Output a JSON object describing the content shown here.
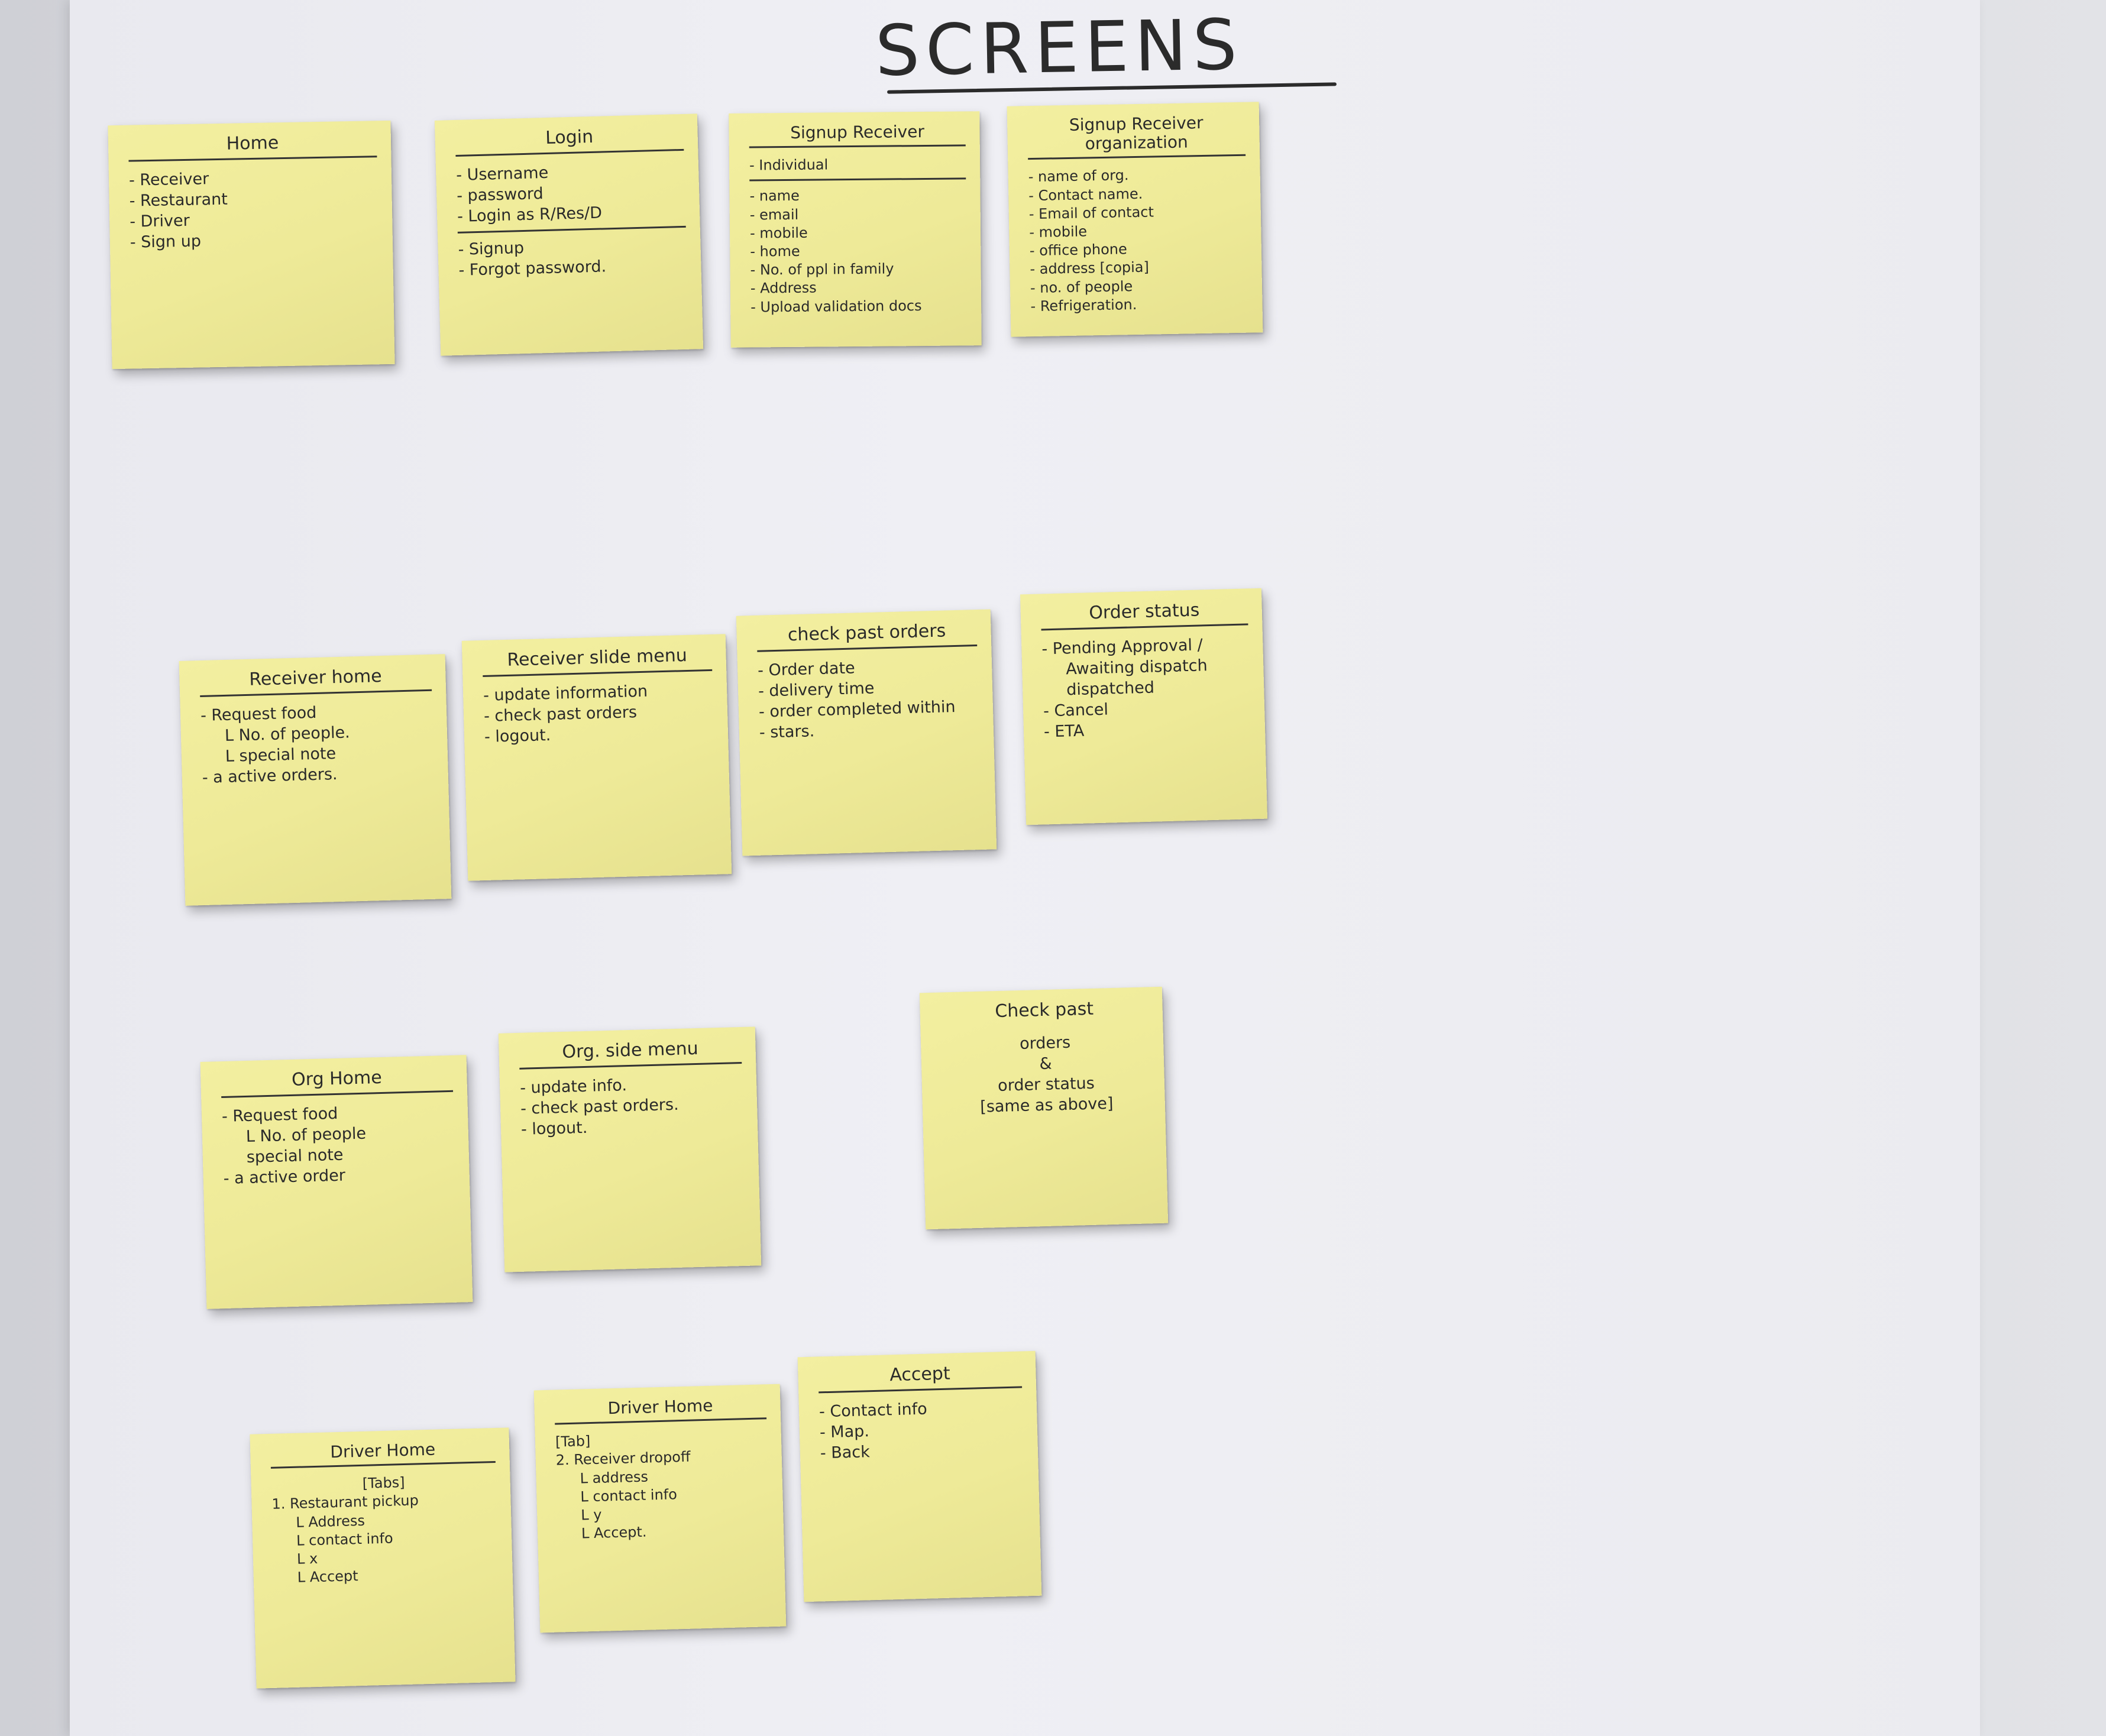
{
  "board": {
    "title": "SCREENS"
  },
  "notes": {
    "home": {
      "title": "Home",
      "items": [
        "- Receiver",
        "- Restaurant",
        "- Driver",
        "- Sign up"
      ]
    },
    "login": {
      "title": "Login",
      "items": [
        "- Username",
        "- password",
        "- Login as R/Res/D",
        "- Signup",
        "- Forgot password."
      ]
    },
    "signup_receiver": {
      "title": "Signup Receiver",
      "items": [
        "- Individual",
        "- name",
        "- email",
        "- mobile",
        "- home",
        "- No. of ppl in family",
        "- Address",
        "- Upload validation docs"
      ]
    },
    "signup_receiver_org": {
      "title": "Signup Receiver organization",
      "items": [
        "- name of org.",
        "- Contact name.",
        "- Email of contact",
        "- mobile",
        "- office phone",
        "- address [copia]",
        "- no. of people",
        "- Refrigeration."
      ]
    },
    "receiver_home": {
      "title": "Receiver home",
      "items": [
        "- Request food",
        "L No. of people.",
        "L special note",
        "- a active orders."
      ]
    },
    "receiver_slide_menu": {
      "title": "Receiver slide menu",
      "items": [
        "- update information",
        "- check past orders",
        "- logout."
      ]
    },
    "check_past_orders": {
      "title": "check past orders",
      "items": [
        "- Order date",
        "- delivery time",
        "- order completed within",
        "- stars."
      ]
    },
    "order_status": {
      "title": "Order status",
      "items": [
        "- Pending Approval /",
        "Awaiting dispatch",
        "dispatched",
        "- Cancel",
        "- ETA"
      ]
    },
    "org_home": {
      "title": "Org Home",
      "items": [
        "- Request food",
        "L No. of people",
        "special note",
        "- a active order"
      ]
    },
    "org_side_menu": {
      "title": "Org. side menu",
      "items": [
        "- update info.",
        "- check past orders.",
        "- logout."
      ]
    },
    "check_past_orders_status": {
      "title": "Check past",
      "items": [
        "orders",
        "&",
        "order status",
        "[same as above]"
      ]
    },
    "driver_home_1": {
      "title": "Driver Home",
      "items": [
        "[Tabs]",
        "1. Restaurant pickup",
        "L Address",
        "L contact info",
        "L x",
        "L Accept"
      ]
    },
    "driver_home_2": {
      "title": "Driver Home",
      "items": [
        "[Tab]",
        "2. Receiver dropoff",
        "L address",
        "L contact info",
        "L y",
        "L Accept."
      ]
    },
    "accept": {
      "title": "Accept",
      "items": [
        "- Contact info",
        "- Map.",
        "- Back"
      ]
    }
  }
}
